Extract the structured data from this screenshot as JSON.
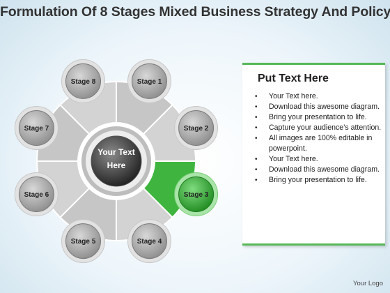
{
  "title": "Formulation Of 8 Stages Mixed Business Strategy And Policy",
  "diagram": {
    "center_text": [
      "Your Text",
      "Here"
    ],
    "stages": [
      {
        "label": "Stage 1",
        "highlighted": false
      },
      {
        "label": "Stage 2",
        "highlighted": false
      },
      {
        "label": "Stage 3",
        "highlighted": true
      },
      {
        "label": "Stage 4",
        "highlighted": false
      },
      {
        "label": "Stage 5",
        "highlighted": false
      },
      {
        "label": "Stage 6",
        "highlighted": false
      },
      {
        "label": "Stage 7",
        "highlighted": false
      },
      {
        "label": "Stage 8",
        "highlighted": false
      }
    ],
    "colors": {
      "accent": "#3fb53f",
      "segment": "#c8c8c8",
      "stage_disc": "#a8a8a8"
    }
  },
  "panel": {
    "heading": "Put Text Here",
    "items": [
      "Your Text here.",
      "Download this awesome diagram.",
      "Bring your presentation to life.",
      "Capture your audience’s attention.",
      "All images are 100% editable in powerpoint.",
      "Your Text here.",
      "Download this awesome diagram.",
      "Bring your presentation to life."
    ]
  },
  "footer": {
    "logo": "Your Logo"
  }
}
